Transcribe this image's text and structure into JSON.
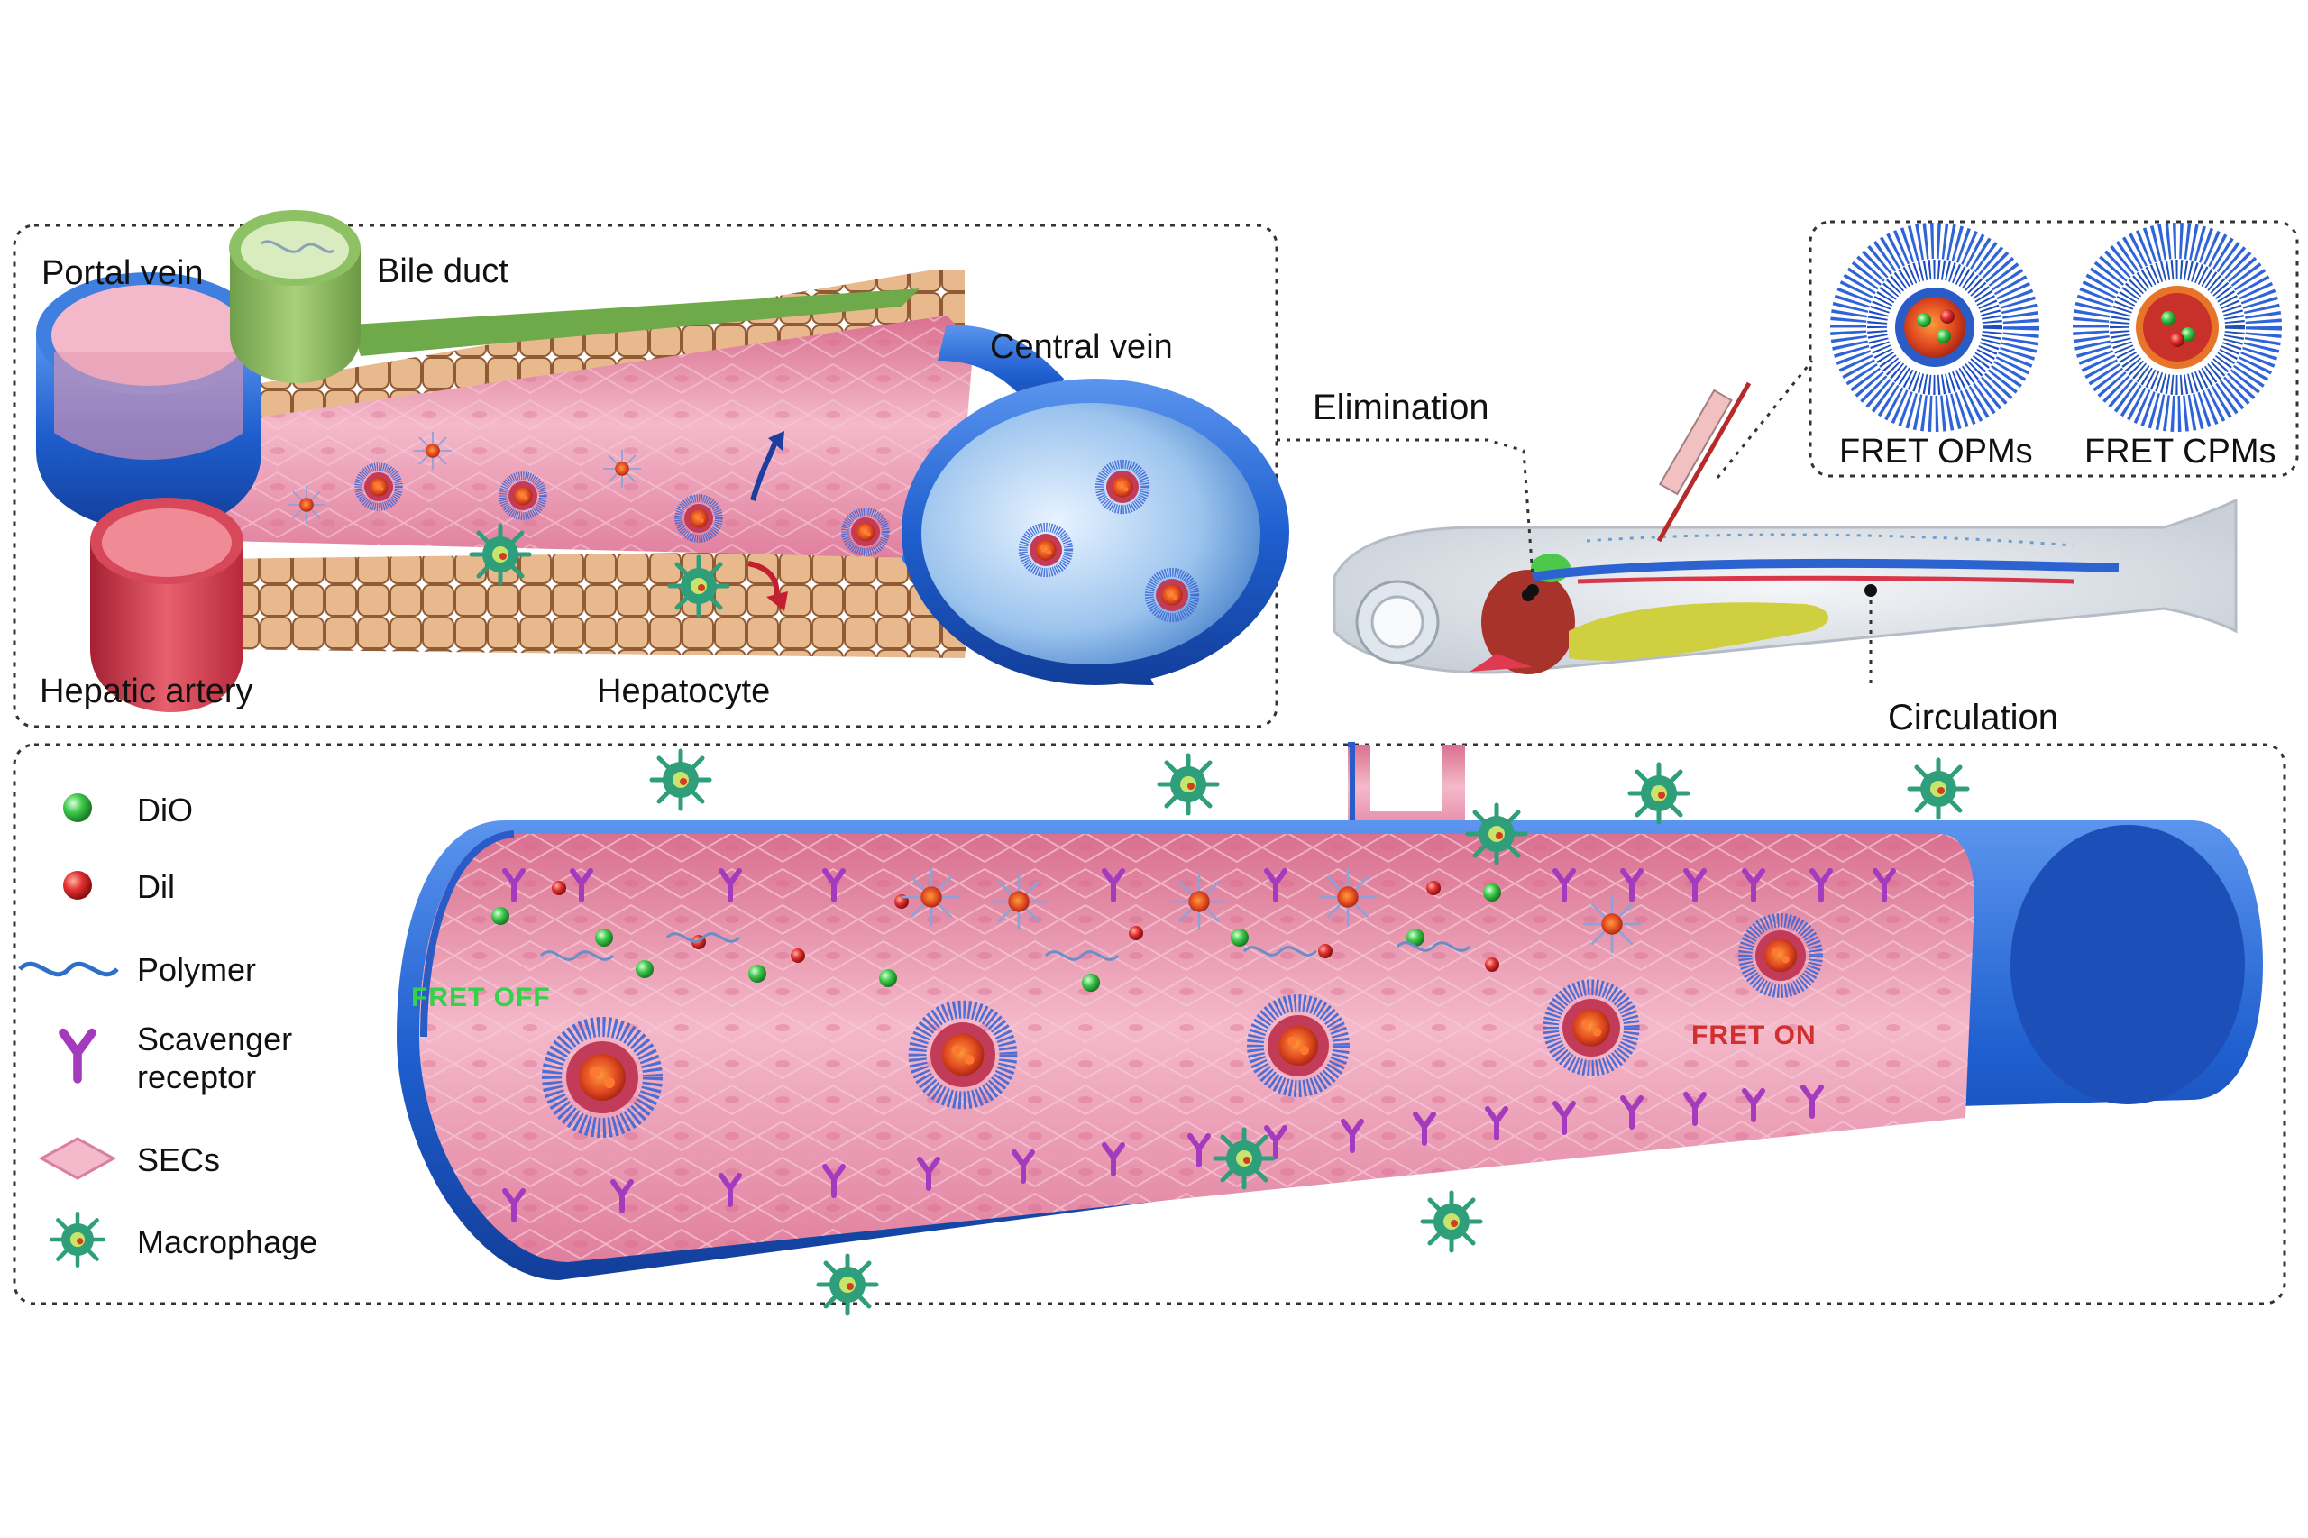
{
  "labels": {
    "portal_vein": "Portal vein",
    "bile_duct": "Bile duct",
    "central_vein": "Central vein",
    "hepatic_artery": "Hepatic artery",
    "hepatocyte": "Hepatocyte",
    "elimination": "Elimination",
    "circulation": "Circulation",
    "fret_opms": "FRET OPMs",
    "fret_cpms": "FRET CPMs",
    "fret_off": "FRET OFF",
    "fret_on": "FRET ON"
  },
  "legend": {
    "dio": "DiO",
    "dil": "Dil",
    "polymer": "Polymer",
    "scavenger_line1": "Scavenger",
    "scavenger_line2": "receptor",
    "secs": "SECs",
    "macrophage": "Macrophage"
  },
  "colors": {
    "vessel_blue": "#2f6fd6",
    "tissue_pink": "#e9a1b8",
    "dio_green": "#3cc84a",
    "dil_red": "#e03030",
    "receptor_purple": "#a43bbf",
    "macrophage_green": "#2f9e7a",
    "fret_off_green": "#35d14a",
    "fret_on_red": "#d23030"
  }
}
